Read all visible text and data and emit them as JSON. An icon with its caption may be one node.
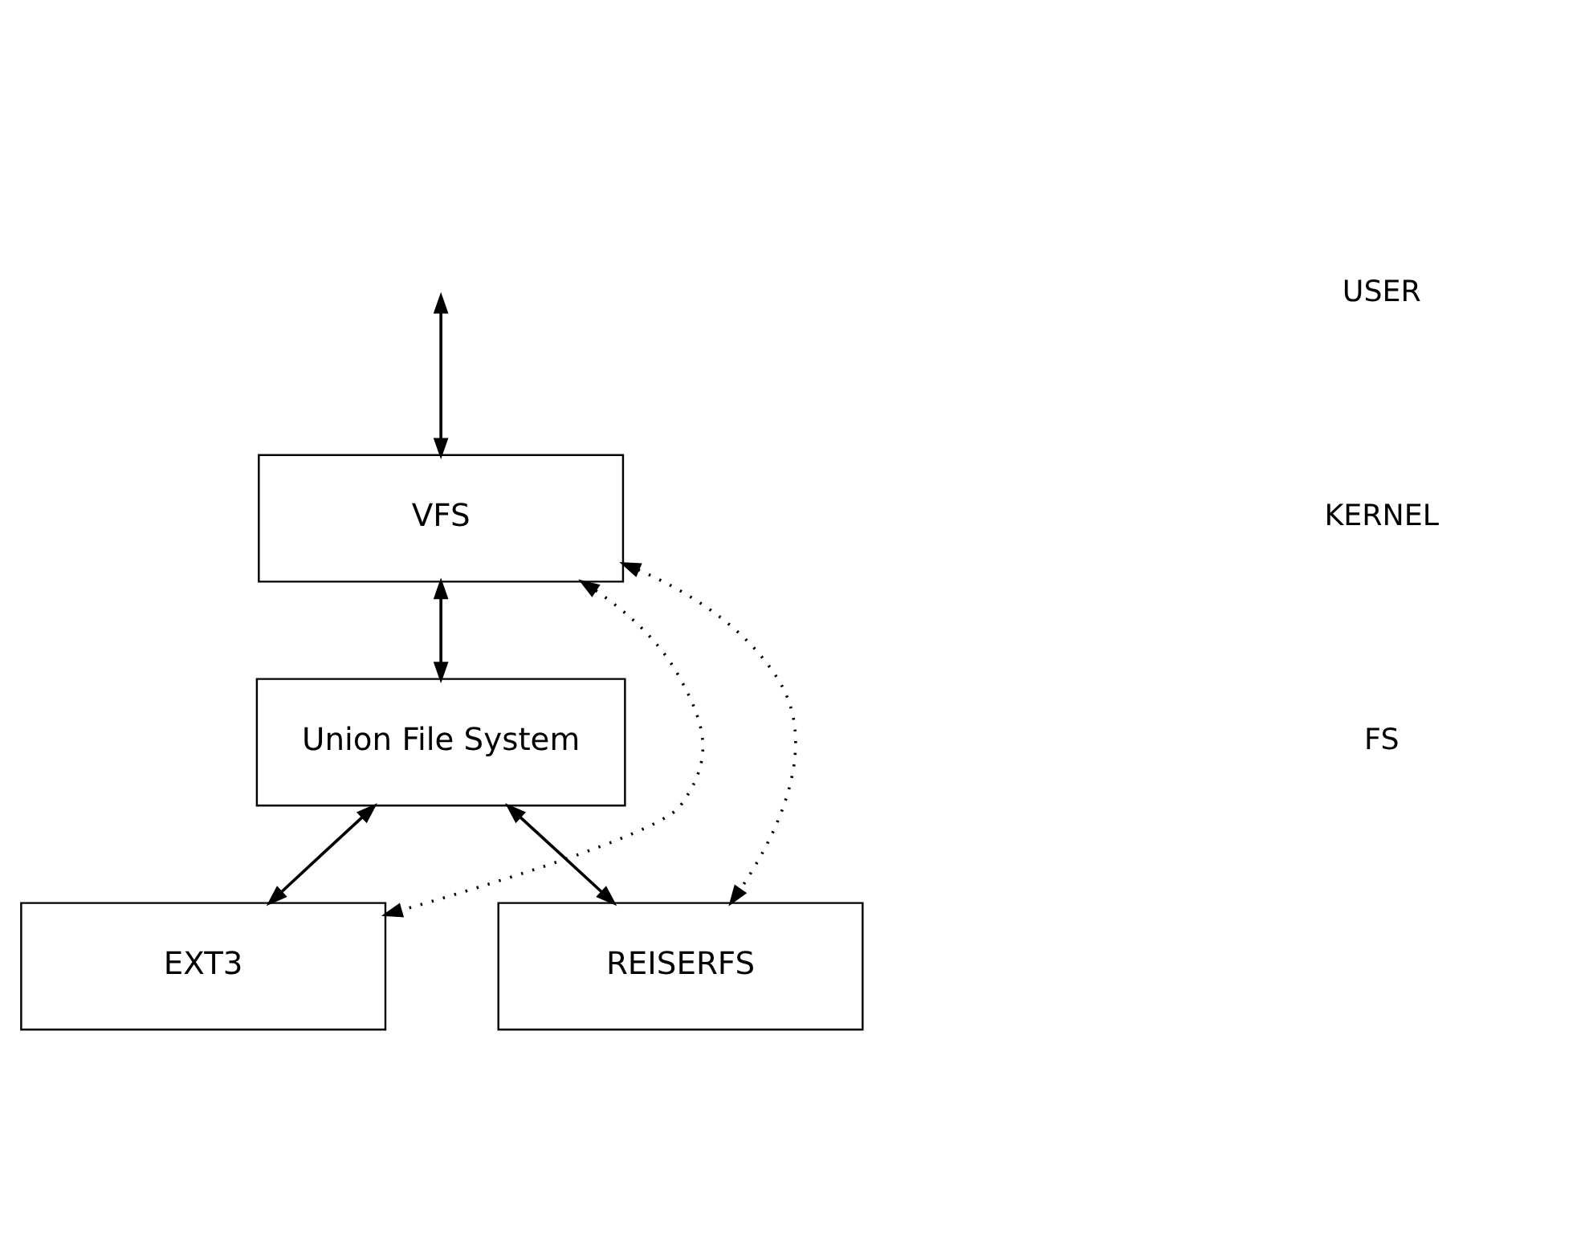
{
  "diagram": {
    "nodes": [
      {
        "text": [
          "VFS"
        ]
      },
      {
        "text": [
          "Union File System"
        ]
      },
      {
        "text": [
          "EXT3"
        ]
      },
      {
        "text": [
          "REISERFS"
        ]
      }
    ],
    "edges": [
      {
        "from": null,
        "to": 0,
        "arrow": "both"
      },
      {
        "from": 0,
        "to": 1,
        "arrow": "both"
      },
      {
        "from": 1,
        "to": 2,
        "arrow": "both"
      },
      {
        "from": 1,
        "to": 3,
        "arrow": "both"
      },
      {
        "from": 0,
        "to": 2,
        "arrow": "both",
        "style": "dashed"
      },
      {
        "from": 0,
        "to": 3,
        "arrow": "both",
        "style": "dashed"
      }
    ],
    "labels": [
      "USER",
      "KERNEL",
      "FS"
    ]
  }
}
